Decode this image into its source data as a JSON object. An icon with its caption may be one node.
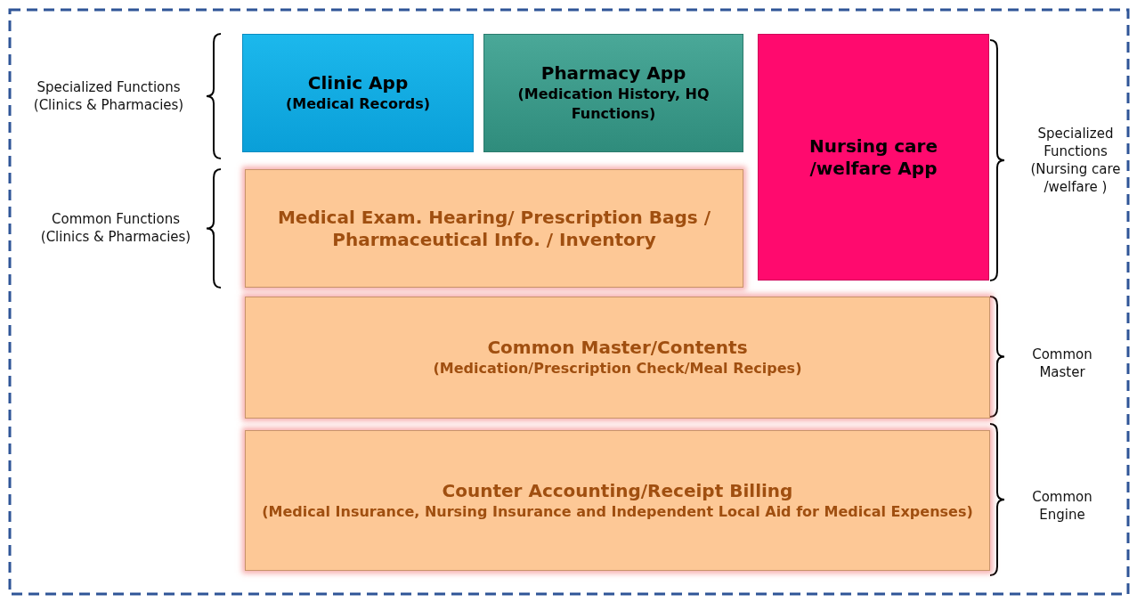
{
  "diagram": {
    "nodes": [
      {
        "text": [
          "Clinic App",
          "(Medical Records)"
        ]
      },
      {
        "text": [
          "Pharmacy App",
          "(Medication History, HQ Functions)"
        ]
      },
      {
        "text": [
          "Nursing care /welfare App"
        ]
      },
      {
        "text": [
          "Medical Exam. Hearing/ Prescription Bags / Pharmaceutical Info. / Inventory"
        ]
      },
      {
        "text": [
          "Common Master/Contents",
          "(Medication/Prescription Check/Meal Recipes)"
        ]
      },
      {
        "text": [
          "Counter Accounting/Receipt Billing",
          "(Medical Insurance, Nursing Insurance and Independent Local Aid for Medical Expenses)"
        ]
      }
    ],
    "labels": [
      "Specialized Functions (Clinics & Pharmacies)",
      "Common Functions (Clinics & Pharmacies)",
      "Specialized Functions (Nursing care /welfare )",
      "Common Master",
      "Common Engine"
    ]
  }
}
